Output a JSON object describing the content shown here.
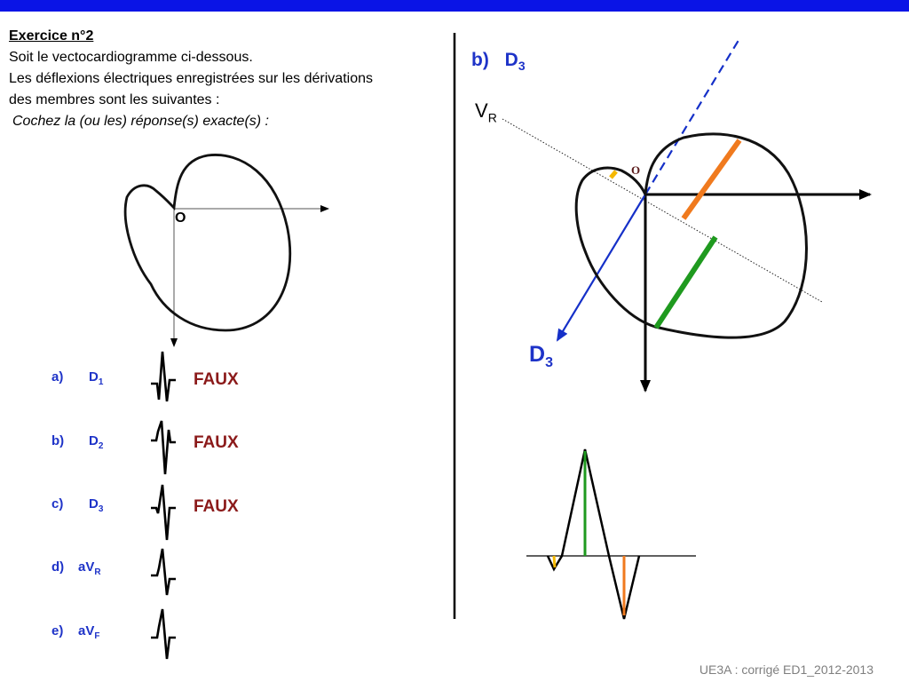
{
  "exercise": {
    "title": "Exercice n°2",
    "line1": "Soit le vectocardiogramme ci-dessous.",
    "line2": "Les déflexions électriques enregistrées sur les dérivations",
    "line3": "des membres sont les suivantes :",
    "instruction": "Cochez la (ou les) réponse(s) exacte(s) :",
    "origin_label": "O"
  },
  "options": [
    {
      "letter": "a)",
      "lead": "D",
      "lead_sub": "1",
      "verdict": "FAUX"
    },
    {
      "letter": "b)",
      "lead": "D",
      "lead_sub": "2",
      "verdict": "FAUX"
    },
    {
      "letter": "c)",
      "lead": "D",
      "lead_sub": "3",
      "verdict": "FAUX"
    },
    {
      "letter": "d)",
      "lead": "aV",
      "lead_sub": "R"
    },
    {
      "letter": "e)",
      "lead": "aV",
      "lead_sub": "F"
    }
  ],
  "right_panel": {
    "section_letter": "b)",
    "lead": "D",
    "lead_sub": "3",
    "vr_label": "V",
    "vr_sub": "R",
    "origin_label": "O",
    "axis_label": "D",
    "axis_sub": "3"
  },
  "colors": {
    "header_bar": "#0a14e6",
    "option_text": "#1e33c8",
    "verdict_text": "#8b1a1a",
    "axis_d3": "#1530c8",
    "deflection_green": "#1f9a1f",
    "deflection_orange": "#f07a1e",
    "deflection_yellow": "#f5b800"
  },
  "footer": "UE3A : corrigé ED1_2012-2013"
}
